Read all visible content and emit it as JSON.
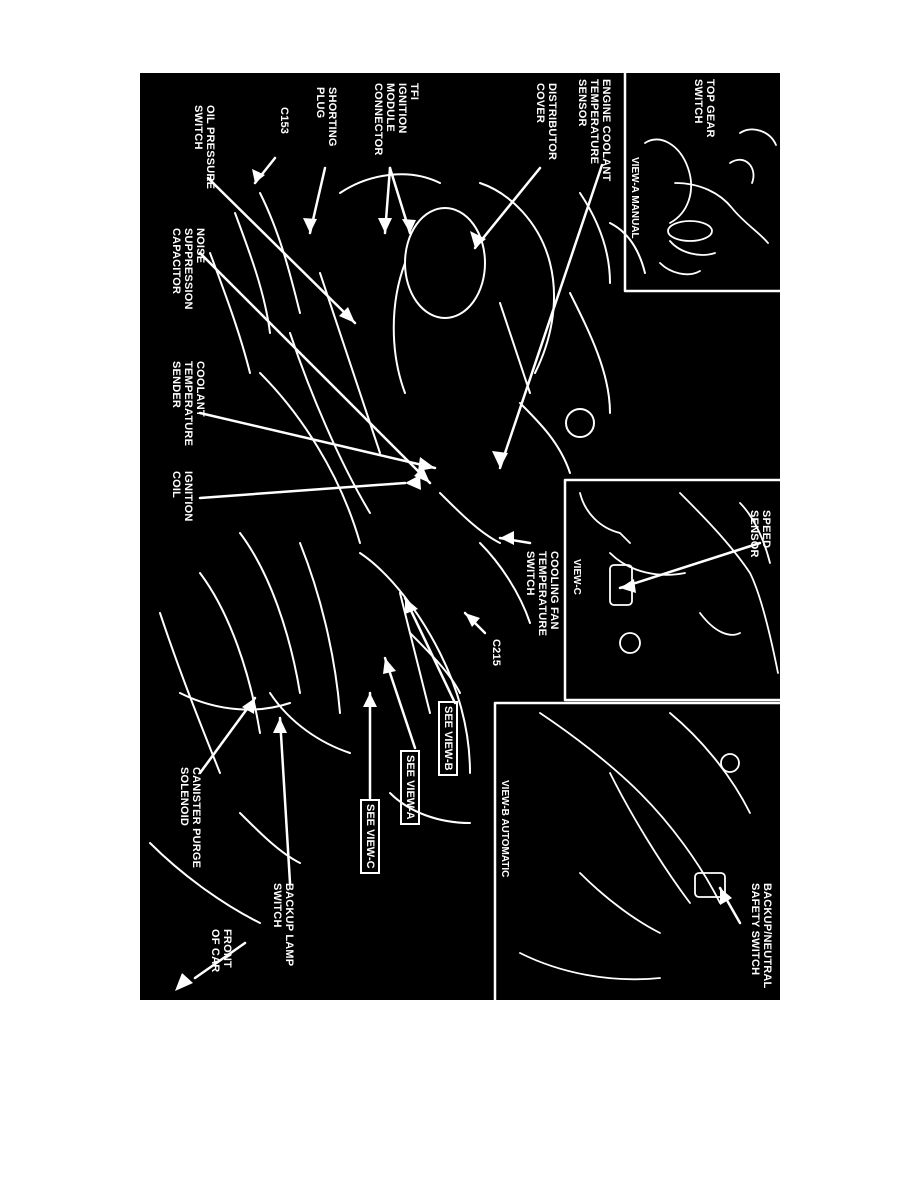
{
  "labels": {
    "top_gear_switch": "TOP GEAR\nSWITCH",
    "view_a_manual": "VIEW-A MANUAL",
    "engine_coolant_temperature_sensor": "ENGINE COOLANT\nTEMPERATURE\nSENSOR",
    "distributor_cover": "DISTRIBUTOR\nCOVER",
    "tfi_ignition_module_connector": "TFI\nIGNITION\nMODULE\nCONNECTOR",
    "shorting_plug": "SHORTING\nPLUG",
    "c153": "C153",
    "oil_pressure_switch": "OIL PRESSURE\nSWITCH",
    "noise_suppression_capacitor": "NOISE\nSUPPRESSION\nCAPACITOR",
    "coolant_temperature_sender": "COOLANT\nTEMPERATURE\nSENDER",
    "ignition_coil": "IGNITION\nCOIL",
    "speed_sensor": "SPEED\nSENSOR",
    "view_c": "VIEW-C",
    "cooling_fan_temperature_switch": "COOLING FAN\nTEMPERATURE\nSWITCH",
    "c215": "C215",
    "see_view_b": "SEE VIEW-B",
    "see_view_a": "SEE VIEW-A",
    "see_view_c": "SEE VIEW-C",
    "view_b_automatic": "VIEW-B AUTOMATIC",
    "backup_neutral_safety_switch": "BACKUP/NEUTRAL\nSAFETY SWITCH",
    "canister_purge_solenoid": "CANISTER PURGE\nSOLENOID",
    "backup_lamp_switch": "BACKUP LAMP\nSWITCH",
    "front_of_car": "FRONT\nOF CAR"
  }
}
